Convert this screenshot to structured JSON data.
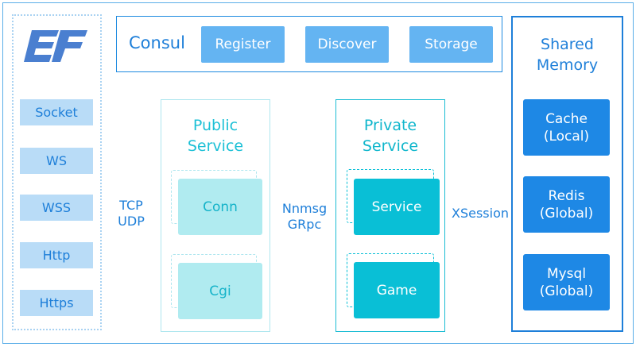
{
  "left_panel": {
    "protocols": [
      "Socket",
      "WS",
      "WSS",
      "Http",
      "Https"
    ]
  },
  "consul": {
    "title": "Consul",
    "buttons": [
      "Register",
      "Discover",
      "Storage"
    ]
  },
  "connectors": {
    "transport_line1": "TCP",
    "transport_line2": "UDP",
    "rpc_line1": "Nnmsg",
    "rpc_line2": "GRpc",
    "session": "XSession"
  },
  "public_service": {
    "title_line1": "Public",
    "title_line2": "Service",
    "nodes": [
      "Conn",
      "Cgi"
    ]
  },
  "private_service": {
    "title_line1": "Private",
    "title_line2": "Service",
    "nodes": [
      "Service",
      "Game"
    ]
  },
  "shared_memory": {
    "title_line1": "Shared",
    "title_line2": "Memory",
    "nodes": [
      {
        "line1": "Cache",
        "line2": "(Local)"
      },
      {
        "line1": "Redis",
        "line2": "(Global)"
      },
      {
        "line1": "Mysql",
        "line2": "(Global)"
      }
    ]
  },
  "colors": {
    "primary_blue": "#1e7fd9",
    "light_blue": "#b9dcf7",
    "cyan": "#09bfd6",
    "light_cyan": "#b0ebf0"
  },
  "icons": {
    "logo": "ef-logo"
  }
}
